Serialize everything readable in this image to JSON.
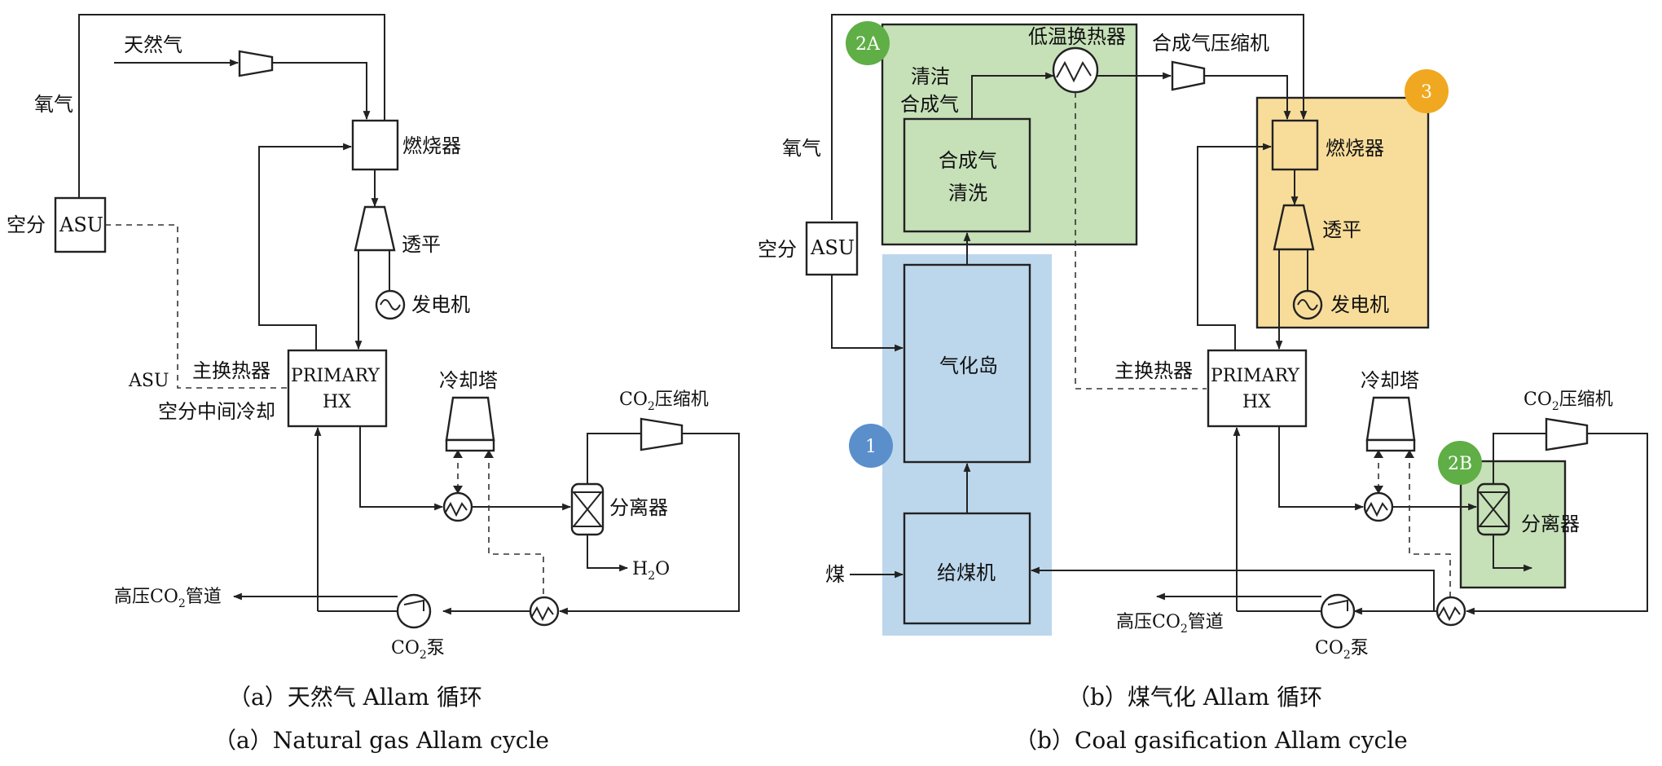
{
  "panel_a": {
    "natural_gas": "天然气",
    "oxygen": "氧气",
    "asu_cn": "空分",
    "asu_box": "ASU",
    "combustor": "燃烧器",
    "turbine": "透平",
    "generator": "发电机",
    "main_hx": "主换热器",
    "asu_left": "ASU",
    "asu_intercool": "空分中间冷却",
    "primary_hx_line1": "PRIMARY",
    "primary_hx_line2": "HX",
    "cooling_tower": "冷却塔",
    "co2_compressor_pre": "CO",
    "co2_compressor_sub": "2",
    "co2_compressor_post": "压缩机",
    "separator": "分离器",
    "water_pre": "H",
    "water_sub": "2",
    "water_post": "O",
    "pipeline_pre": "高压CO",
    "pipeline_sub": "2",
    "pipeline_post": "管道",
    "pump_pre": "CO",
    "pump_sub": "2",
    "pump_post": "泵",
    "caption_cn": "（a）天然气 Allam 循环",
    "caption_en": "（a）Natural gas Allam cycle"
  },
  "panel_b": {
    "badge_2a": "2A",
    "badge_1": "1",
    "badge_3": "3",
    "badge_2b": "2B",
    "clean_syngas_line1": "清洁",
    "clean_syngas_line2": "合成气",
    "low_temp_hx": "低温换热器",
    "syngas_compressor": "合成气压缩机",
    "syngas_wash_line1": "合成气",
    "syngas_wash_line2": "清洗",
    "oxygen": "氧气",
    "asu_cn": "空分",
    "asu_box": "ASU",
    "gasification_island": "气化岛",
    "coal": "煤",
    "coal_feeder": "给煤机",
    "combustor": "燃烧器",
    "turbine": "透平",
    "generator": "发电机",
    "main_hx": "主换热器",
    "primary_hx_line1": "PRIMARY",
    "primary_hx_line2": "HX",
    "cooling_tower": "冷却塔",
    "co2_compressor_pre": "CO",
    "co2_compressor_sub": "2",
    "co2_compressor_post": "压缩机",
    "separator": "分离器",
    "pipeline_pre": "高压CO",
    "pipeline_sub": "2",
    "pipeline_post": "管道",
    "pump_pre": "CO",
    "pump_sub": "2",
    "pump_post": "泵",
    "caption_cn": "（b）煤气化 Allam 循环",
    "caption_en": "（b）Coal gasification Allam cycle"
  },
  "colors": {
    "green_fill": "#c6e0b8",
    "blue_fill": "#bcd7ec",
    "orange_fill": "#f8dd9a",
    "badge_green": "#5fae46",
    "badge_blue": "#5a8fcc",
    "badge_orange": "#f0a820",
    "line": "#222222"
  }
}
